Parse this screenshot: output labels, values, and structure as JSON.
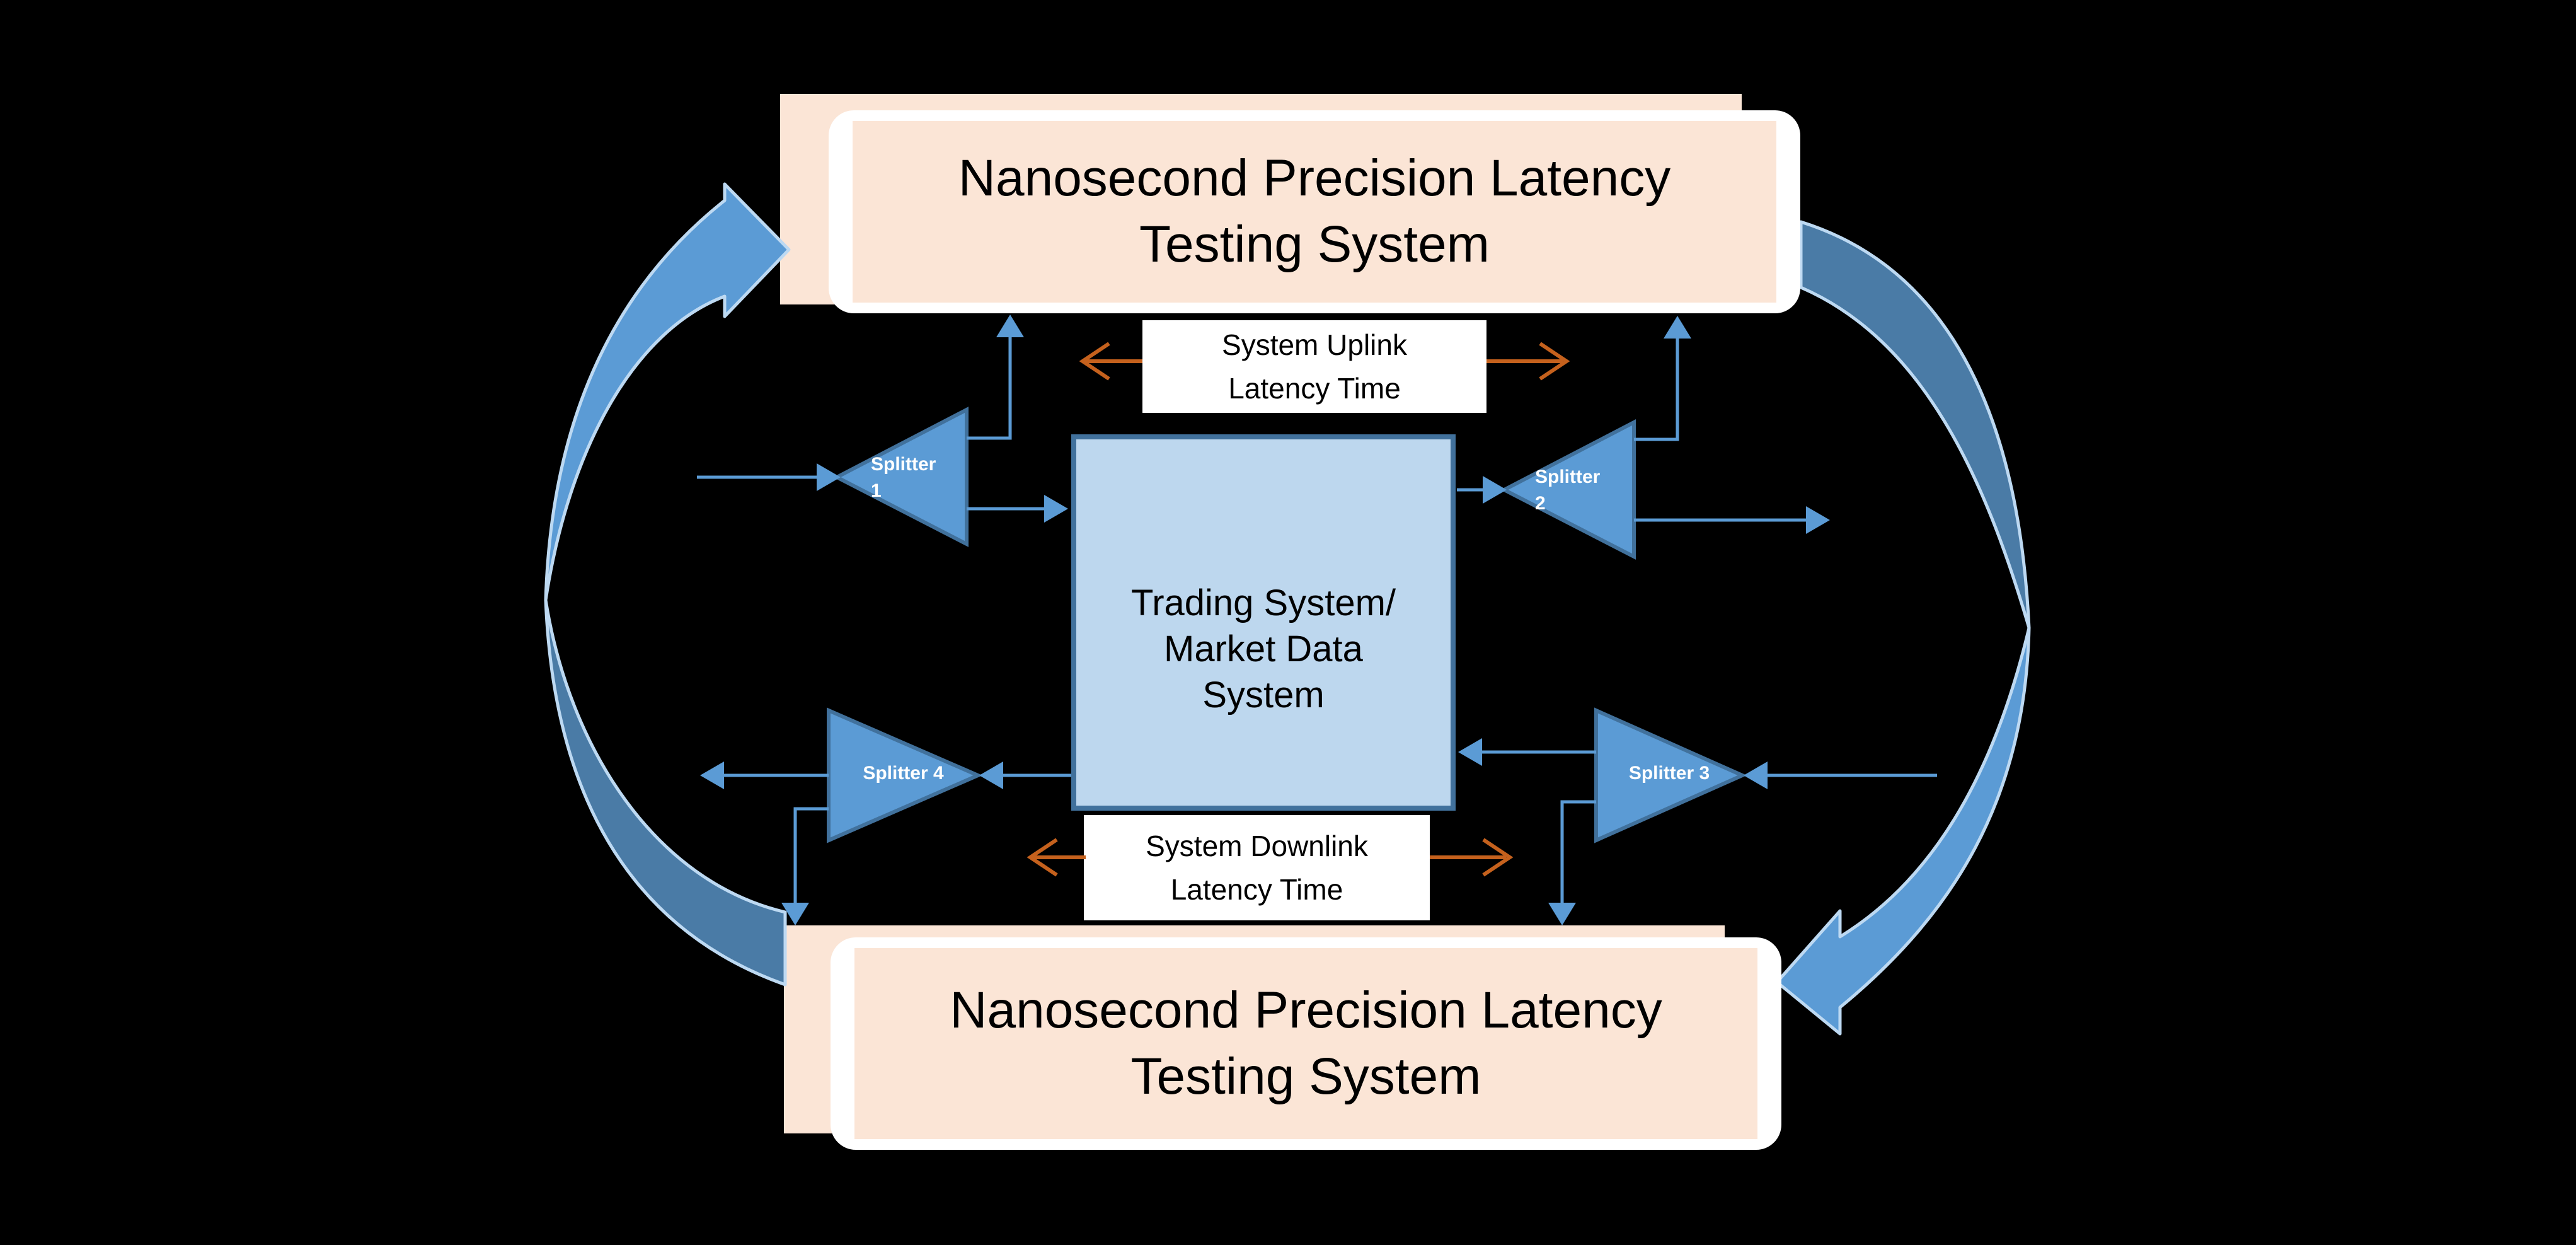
{
  "top_box": {
    "line1": "Nanosecond Precision Latency",
    "line2": "Testing System"
  },
  "bottom_box": {
    "line1": "Nanosecond Precision Latency",
    "line2": "Testing System"
  },
  "center_box": {
    "line1": "Trading System/",
    "line2": "Market Data",
    "line3": "System"
  },
  "uplink_label": {
    "line1": "System Uplink",
    "line2": "Latency Time"
  },
  "downlink_label": {
    "line1": "System Downlink",
    "line2": "Latency Time"
  },
  "splitters": [
    {
      "line1": "Splitter",
      "line2": "1"
    },
    {
      "line1": "Splitter",
      "line2": "2"
    },
    {
      "label": "Splitter 3"
    },
    {
      "label": "Splitter 4"
    }
  ],
  "colors": {
    "background": "#000000",
    "peach_box": "#fbe5d6",
    "box_border_white": "#ffffff",
    "center_box_fill": "#bdd7ee",
    "dark_blue_border": "#41719c",
    "splitter_fill": "#5b9bd5",
    "connector_blue": "#5b9bd5",
    "arc_light_blue": "#5b9bd5",
    "arc_dark_blue": "#4a7ba6",
    "arc_outline": "#bdd9f2",
    "orange_arrow": "#c5611d",
    "text_black": "#000000",
    "splitter_text_white": "#ffffff"
  }
}
